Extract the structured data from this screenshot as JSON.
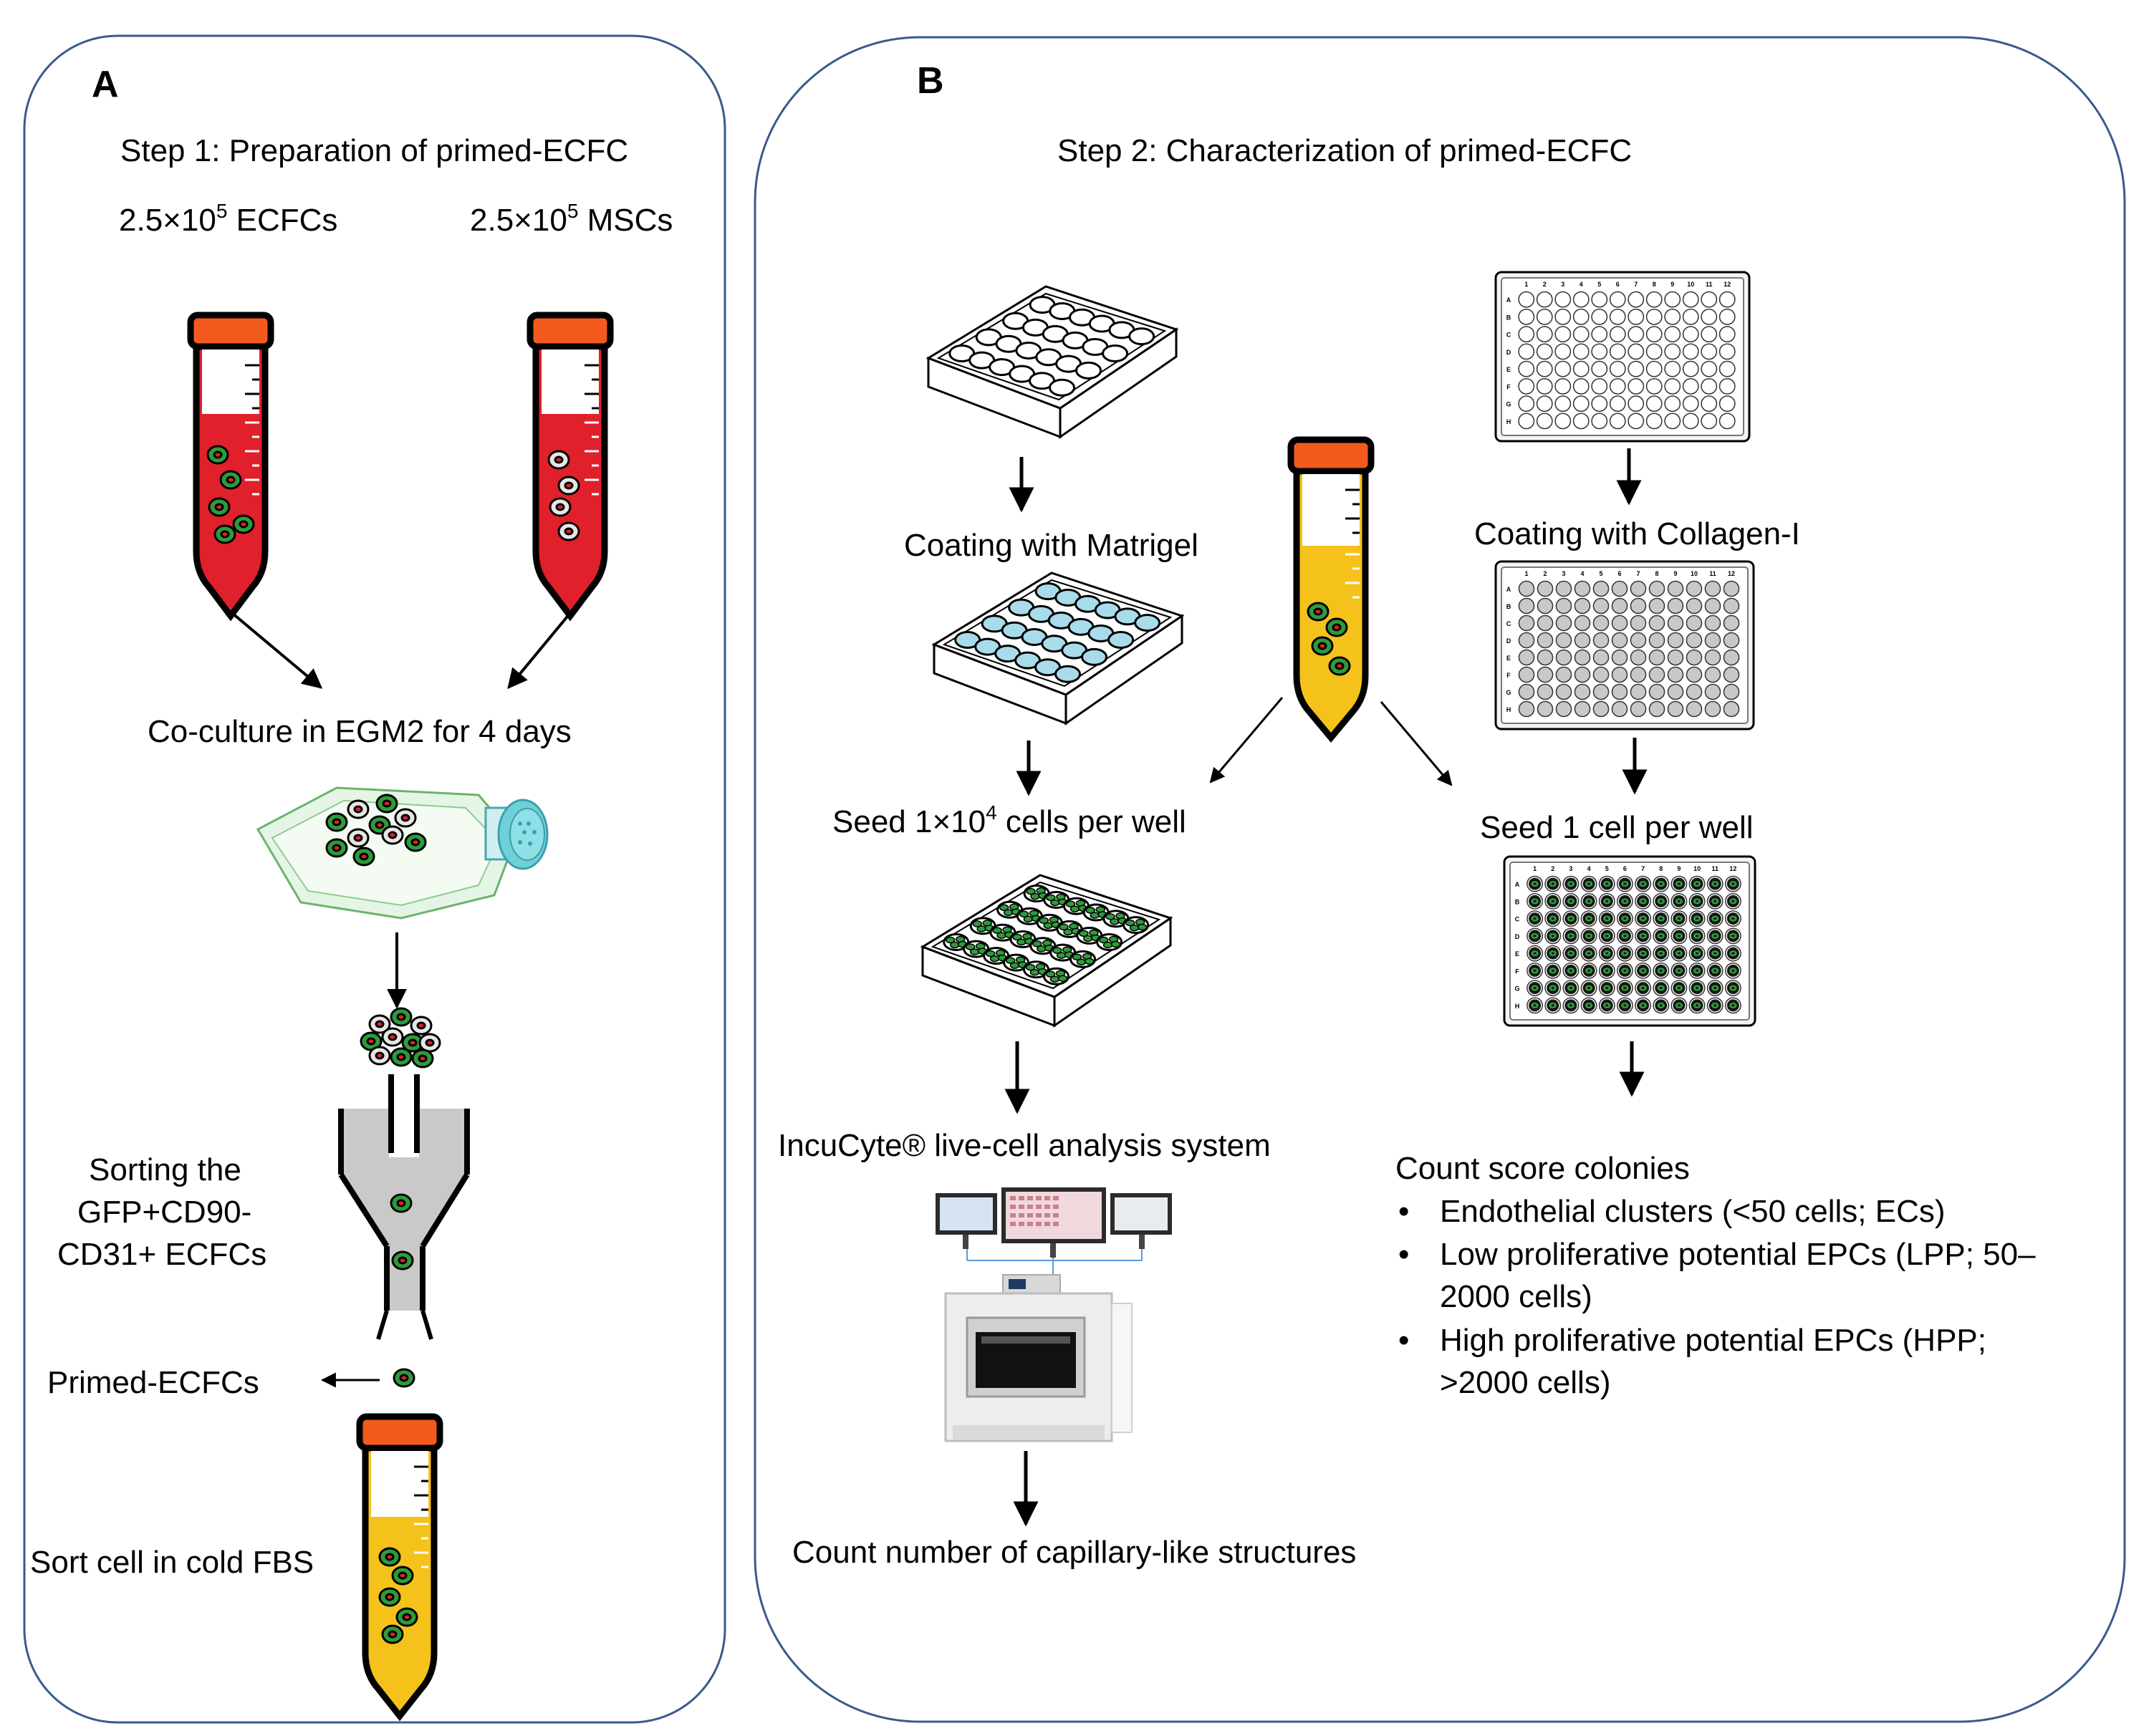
{
  "panel_a": {
    "letter": "A",
    "title": "Step 1: Preparation of primed-ECFC",
    "ecfc_label": {
      "base": "2.5×10",
      "exp": "5",
      "rest": " ECFCs"
    },
    "msc_label": {
      "base": "2.5×10",
      "exp": "5",
      "rest": " MSCs"
    },
    "coculture": "Co-culture in EGM2 for 4 days",
    "sorting": [
      "Sorting the",
      "GFP+CD90-",
      "CD31+ ECFCs"
    ],
    "primed": "Primed-ECFCs",
    "sort_cold": "Sort cell in cold FBS"
  },
  "panel_b": {
    "letter": "B",
    "title": "Step 2: Characterization of primed-ECFC",
    "matrigel": "Coating with Matrigel",
    "collagen": "Coating with Collagen-I",
    "seed_left": {
      "base": "Seed 1×10",
      "exp": "4",
      "rest": " cells per well"
    },
    "seed_right": "Seed 1 cell per well",
    "incucyte": "IncuCyte® live-cell analysis system",
    "capillary": "Count number of capillary-like structures",
    "count_title": "Count score colonies",
    "bullets": [
      [
        "Endothelial clusters (<50 cells; ECs)"
      ],
      [
        "Low proliferative potential EPCs (LPP; 50–",
        "2000 cells)"
      ],
      [
        "High proliferative potential EPCs (HPP;",
        ">2000 cells)"
      ]
    ],
    "plate96_cols": [
      "1",
      "2",
      "3",
      "4",
      "5",
      "6",
      "7",
      "8",
      "9",
      "10",
      "11",
      "12"
    ],
    "plate96_rows": [
      "A",
      "B",
      "C",
      "D",
      "E",
      "F",
      "G",
      "H"
    ]
  },
  "colors": {
    "panel_border": "#3a5a8c",
    "blood_red": "#e0202a",
    "fbs_yellow": "#f5c21b",
    "cap_orange": "#f25a1e",
    "gfp_green": "#2e9b3a",
    "matrigel_blue": "#a8dcea",
    "collagen_gray": "#c8c8c8"
  }
}
